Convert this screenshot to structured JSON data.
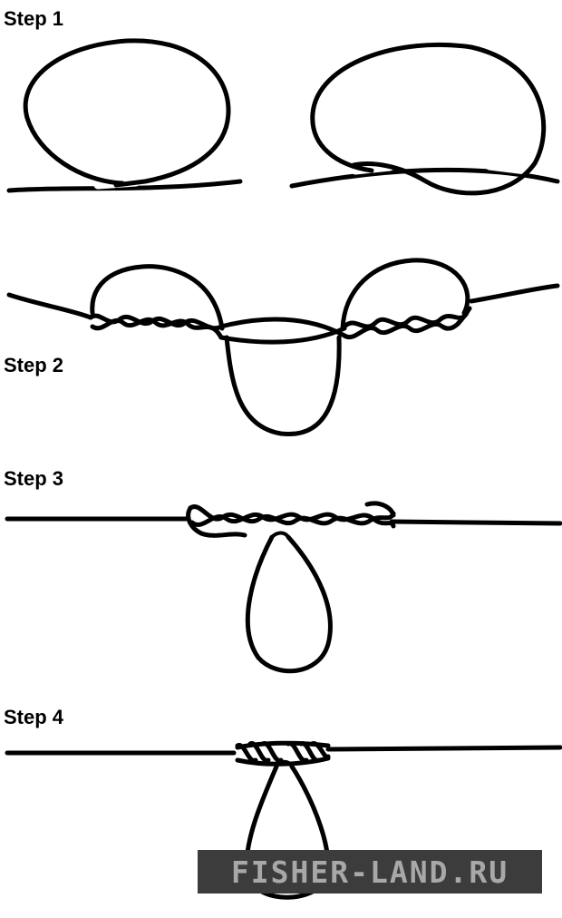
{
  "steps": [
    {
      "label": "Step 1"
    },
    {
      "label": "Step 2"
    },
    {
      "label": "Step 3"
    },
    {
      "label": "Step 4"
    }
  ],
  "watermark": {
    "text": "FISHER-LAND.RU",
    "background": "#3c3c3c",
    "color": "#a8a8a8"
  },
  "colors": {
    "line": "#000000",
    "background": "#ffffff"
  }
}
